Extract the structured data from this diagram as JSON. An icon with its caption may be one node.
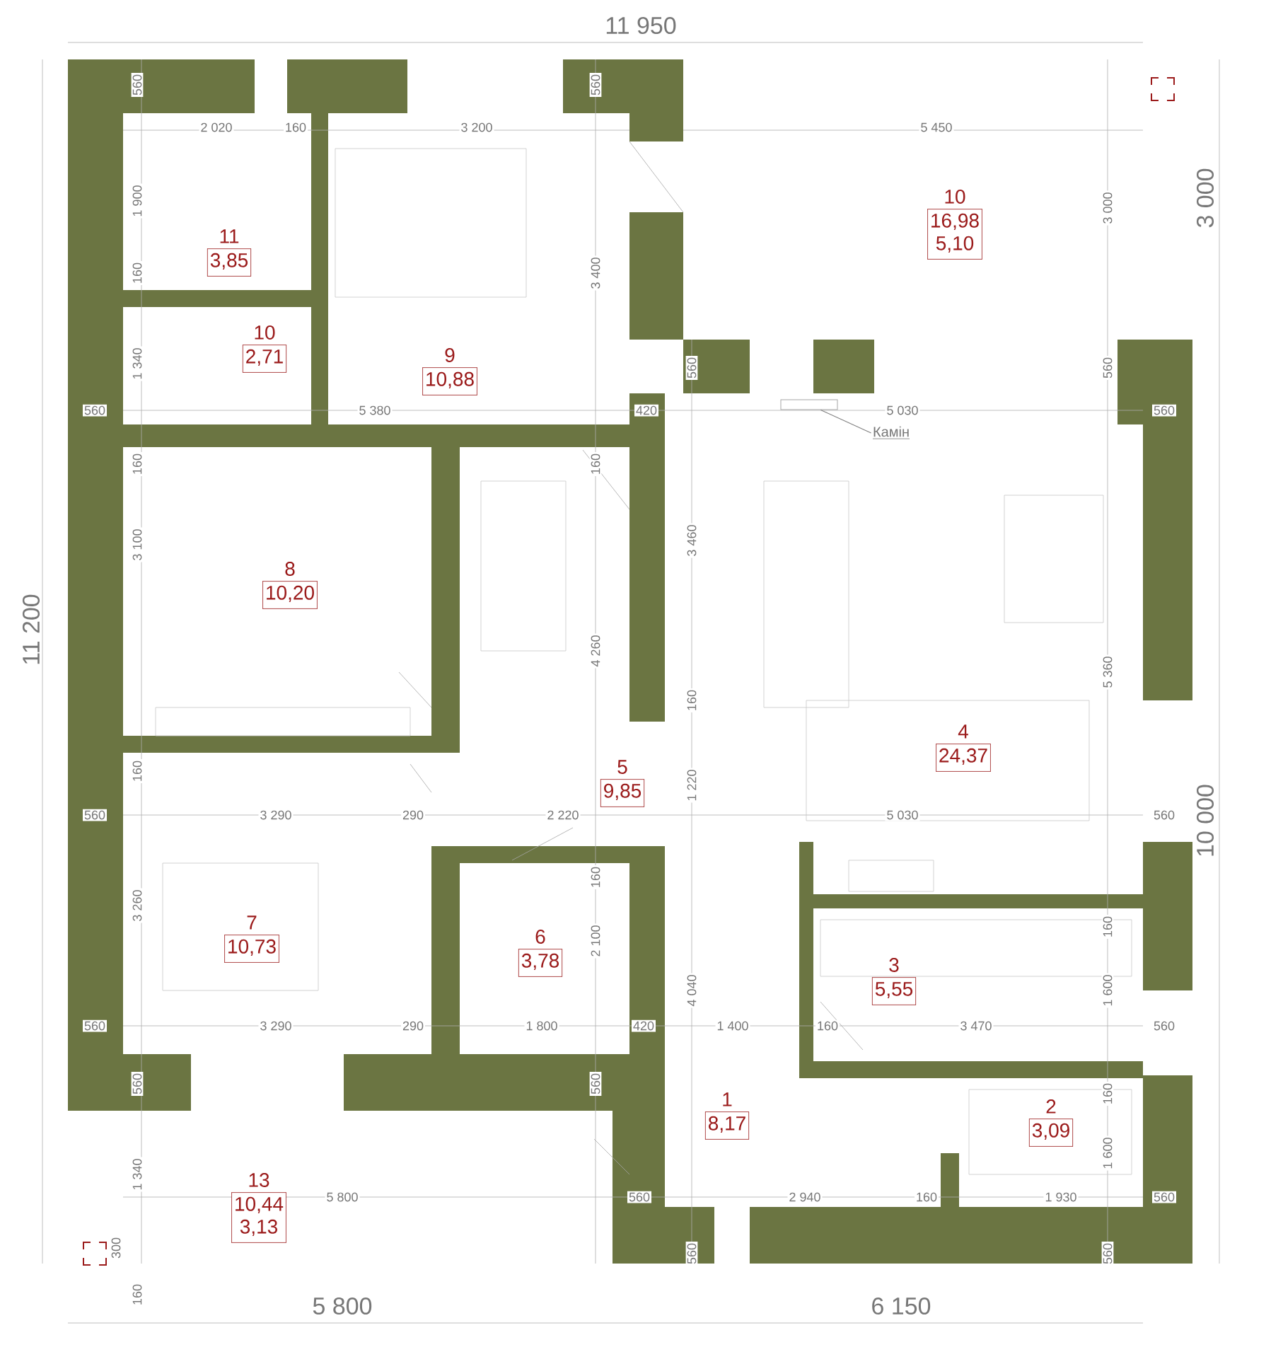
{
  "diagram": {
    "nodes": [
      {
        "text": [
          "11",
          "3,85"
        ]
      },
      {
        "text": [
          "9",
          "10,88"
        ]
      },
      {
        "text": [
          "10",
          "16,98",
          "5,10"
        ]
      },
      {
        "text": [
          "10",
          "2,71"
        ]
      },
      {
        "text": [
          "Камін"
        ]
      },
      {
        "text": [],
        "shape": "box"
      },
      {
        "text": [
          "8",
          "10,20"
        ]
      },
      {
        "text": [
          "5",
          "9,85"
        ]
      },
      {
        "text": [
          "4",
          "24,37"
        ]
      },
      {
        "text": [
          "7",
          "10,73"
        ]
      },
      {
        "text": [
          "6",
          "3,78"
        ]
      },
      {
        "text": [
          "3",
          "5,55"
        ]
      },
      {
        "text": [
          "1",
          "8,17"
        ]
      },
      {
        "text": [
          "2",
          "3,09"
        ]
      },
      {
        "text": [
          "13",
          "10,44",
          "3,13"
        ]
      }
    ],
    "edges": [
      {
        "from": 4,
        "to": 5,
        "arrow": "none"
      }
    ],
    "labels": [
      "11 950",
      "560",
      "560",
      "2 020",
      "160",
      "3 200",
      "5 450",
      "3 000",
      "1 900",
      "3 000",
      "160",
      "3 400",
      "1 340",
      "560",
      "560",
      "560",
      "5 380",
      "420",
      "5 030",
      "560",
      "160",
      "160",
      "11 200",
      "3 100",
      "3 460",
      "4 260",
      "5 360",
      "160",
      "160",
      "1 220",
      "560",
      "3 290",
      "290",
      "2 220",
      "5 030",
      "560",
      "10 000",
      "160",
      "160",
      "3 260",
      "2 100",
      "1 600",
      "560",
      "3 290",
      "290",
      "1 800",
      "420",
      "4 040",
      "1 400",
      "160",
      "3 470",
      "560",
      "560",
      "560",
      "160",
      "1 340",
      "1 600",
      "5 800",
      "560",
      "2 940",
      "160",
      "1 930",
      "560",
      "300",
      "560",
      "560",
      "160",
      "5 800",
      "6 150"
    ]
  }
}
